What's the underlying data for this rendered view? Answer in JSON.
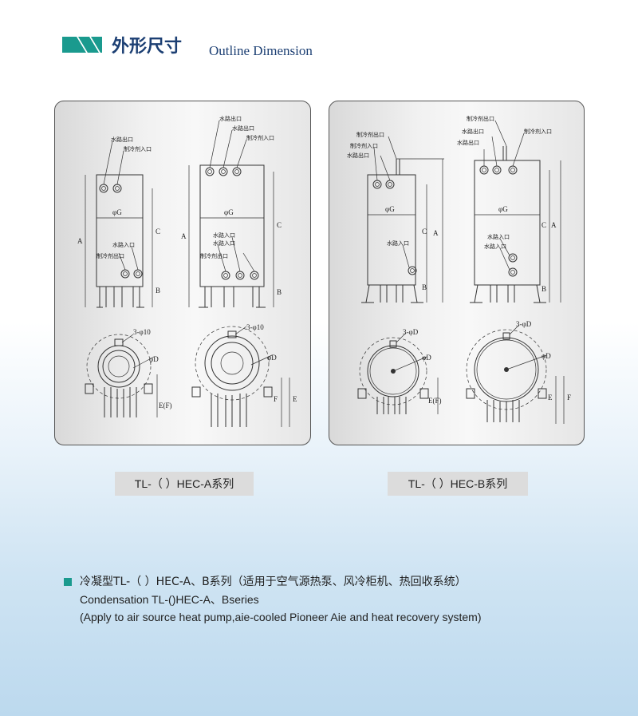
{
  "header": {
    "title_cn": "外形尺寸",
    "title_en": "Outline Dimension",
    "accent_color": "#1a9a8e"
  },
  "panel_a": {
    "left_unit": {
      "top_labels": [
        "水路出口",
        "制冷剂入口"
      ],
      "bottom_labels": [
        "水路入口",
        "制冷剂出口"
      ],
      "dims": [
        "φG",
        "A",
        "C",
        "B"
      ]
    },
    "right_unit": {
      "top_labels": [
        "水路出口",
        "水路出口",
        "制冷剂入口"
      ],
      "bottom_labels": [
        "水路入口",
        "水路入口",
        "制冷剂出口"
      ],
      "dims": [
        "φG",
        "A",
        "C",
        "B"
      ]
    },
    "plan_left": {
      "dims": [
        "3-φ10",
        "φD",
        "E(F)"
      ]
    },
    "plan_right": {
      "dims": [
        "3-φ10",
        "φD",
        "F",
        "E"
      ]
    }
  },
  "panel_b": {
    "left_unit": {
      "top_labels": [
        "制冷剂出口",
        "制冷剂入口",
        "水路出口"
      ],
      "bottom_labels": [
        "水路入口"
      ],
      "dims": [
        "φG",
        "A",
        "C",
        "B"
      ]
    },
    "right_unit": {
      "top_labels": [
        "制冷剂出口",
        "水路出口",
        "水路出口",
        "制冷剂入口"
      ],
      "bottom_labels": [
        "水路入口",
        "水路入口"
      ],
      "dims": [
        "φG",
        "A",
        "C",
        "B"
      ]
    },
    "plan_left": {
      "dims": [
        "3-φD",
        "φD",
        "E(F)"
      ]
    },
    "plan_right": {
      "dims": [
        "3-φD",
        "φD",
        "E",
        "F"
      ]
    }
  },
  "series": {
    "a": "TL-（ ）HEC-A系列",
    "b": "TL-（ ）HEC-B系列"
  },
  "description": {
    "line1": "冷凝型TL-（ ）HEC-A、B系列（适用于空气源热泵、风冷柜机、热回收系统）",
    "line2": "Condensation TL-()HEC-A、Bseries",
    "line3": "(Apply to air source heat pump,aie-cooled Pioneer Aie and heat recovery system)"
  }
}
